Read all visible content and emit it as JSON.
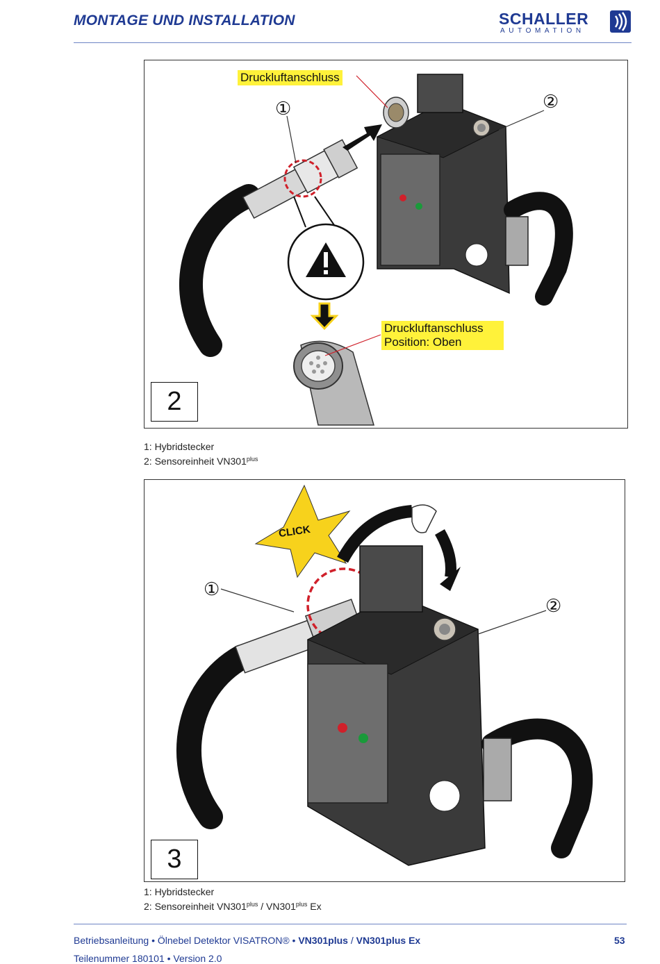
{
  "header": {
    "title": "MONTAGE UND INSTALLATION",
    "logo_main": "SCHALLER",
    "logo_sub": "AUTOMATION",
    "brand_color": "#1f3a93"
  },
  "figure2": {
    "number": "2",
    "callout_top": "Druckluftanschluss",
    "callout_bottom_line1": "Druckluftanschluss",
    "callout_bottom_line2": "Position: Oben",
    "marker1": "①",
    "marker2": "②"
  },
  "caption2": {
    "line1": "1: Hybridstecker",
    "line2_prefix": "2: Sensoreinheit VN301",
    "line2_sup": "plus"
  },
  "figure3": {
    "number": "3",
    "click_label": "CLICK",
    "marker1": "①",
    "marker2": "②"
  },
  "caption3": {
    "line1": "1: Hybridstecker",
    "line2_prefix": "2: Sensoreinheit VN301",
    "line2_sup": "plus",
    "line2_mid": " / VN301",
    "line2_sup2": "plus",
    "line2_suffix": " Ex"
  },
  "footer": {
    "doc_title": "Betriebsanleitung • Ölnebel Detektor VISATRON® • ",
    "model_a": "VN301plus",
    "separator": " / ",
    "model_b": "VN301plus Ex",
    "page_number": "53",
    "part_line": "Teilenummer 180101 • Version 2.0"
  },
  "colors": {
    "highlight": "#fff23a",
    "warning_red": "#d0202a",
    "star_yellow": "#f7d21c"
  }
}
